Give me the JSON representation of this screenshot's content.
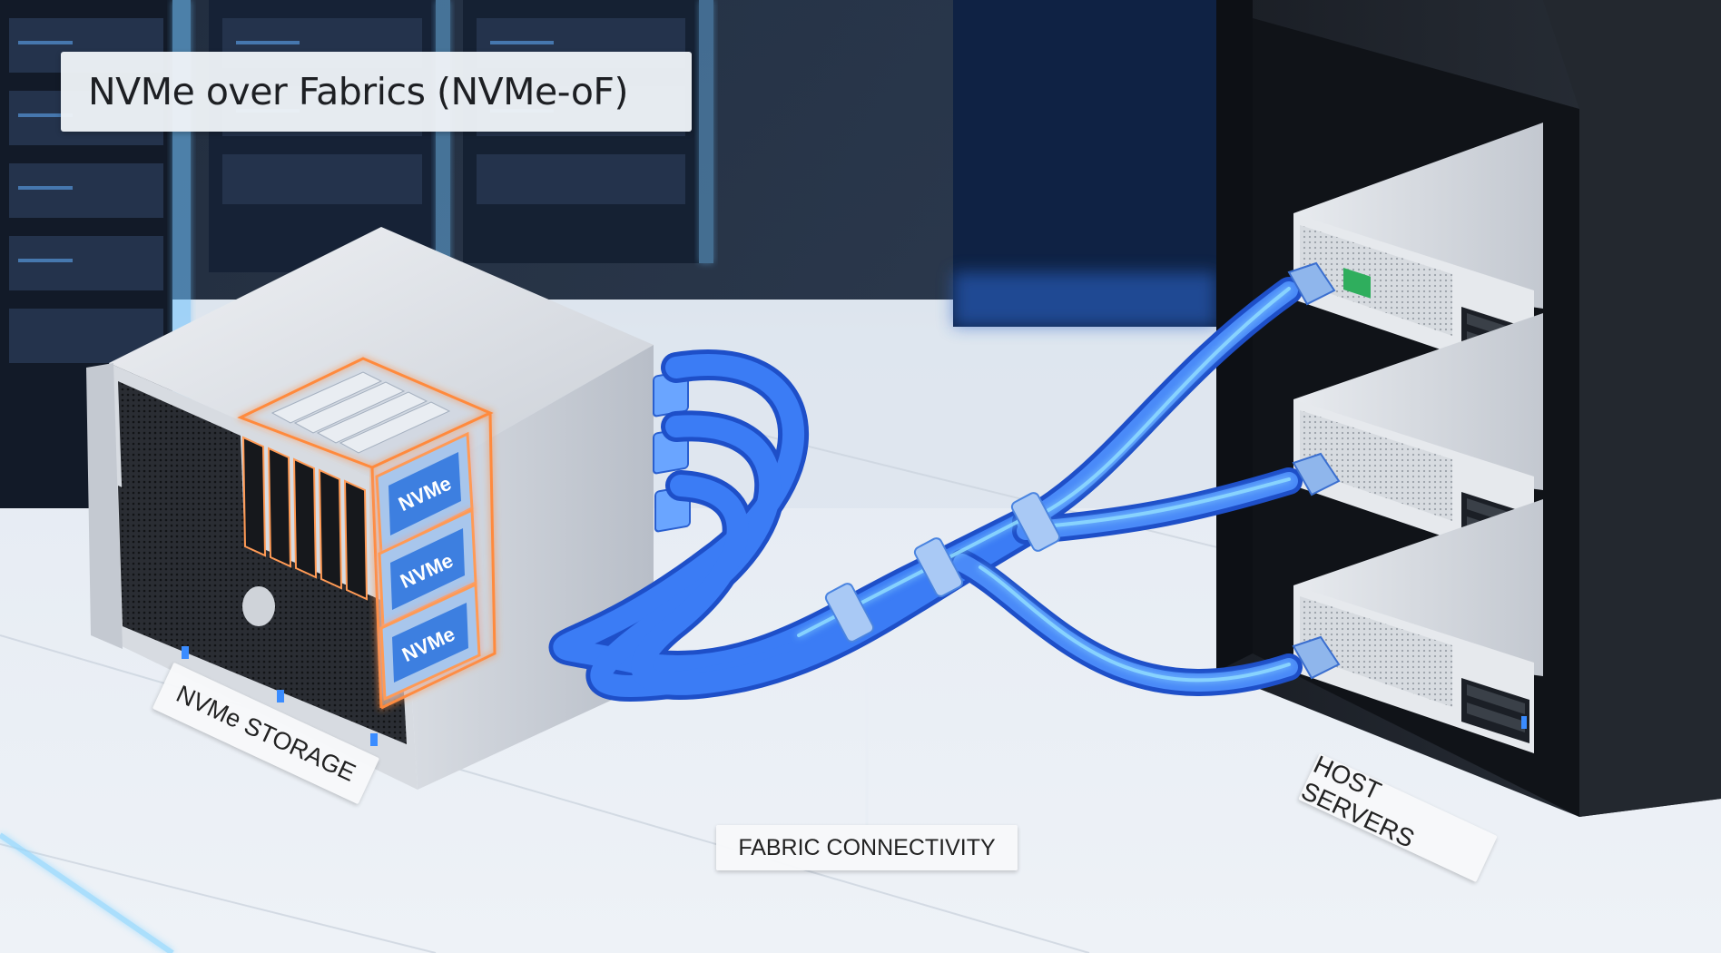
{
  "title": "NVMe over Fabrics (NVMe-oF)",
  "labels": {
    "storage": "NVMe STORAGE",
    "fabric": "FABRIC CONNECTIVITY",
    "hosts": "HOST SERVERS"
  },
  "drives": [
    "NVMe",
    "NVMe",
    "NVMe"
  ],
  "colors": {
    "cable": "#2f6ff0",
    "cable_glow": "#7fd0ff",
    "drive_glow": "#ff9a55",
    "rack": "#1b1f26",
    "floor": "#e4eaf2"
  }
}
